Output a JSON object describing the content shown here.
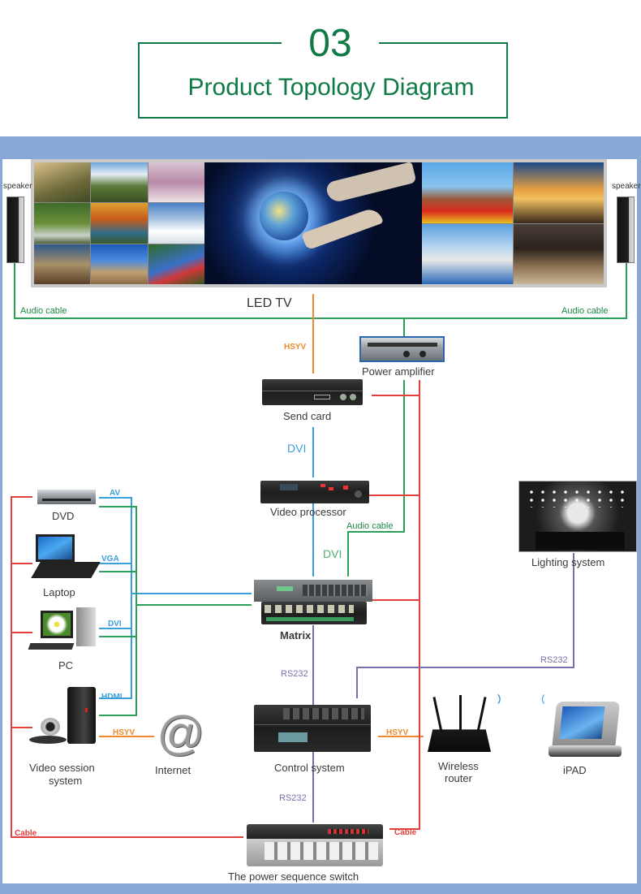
{
  "header": {
    "section_number": "03",
    "section_title": "Product Topology Diagram"
  },
  "colors": {
    "title_green": "#0f7a45",
    "frame_blue": "#88a9d8",
    "audio_green": "#1c8a46",
    "video_blue": "#3aa0dd",
    "hsyv_orange": "#f08a2e",
    "power_red": "#e2403d",
    "rs232_purple": "#7472a8"
  },
  "display": {
    "led_tv_label": "LED TV",
    "speaker_left": "speaker",
    "speaker_right": "speaker"
  },
  "devices": {
    "power_amplifier": "Power amplifier",
    "send_card": "Send card",
    "video_processor": "Video processor",
    "matrix": "Matrix",
    "control_system": "Control system",
    "power_sequence_switch": "The power sequence switch",
    "dvd": "DVD",
    "laptop": "Laptop",
    "pc": "PC",
    "video_session_line1": "Video session",
    "video_session_line2": "system",
    "internet": "Internet",
    "lighting_system": "Lighting system",
    "wireless_router_line1": "Wireless",
    "wireless_router_line2": "router",
    "ipad": "iPAD"
  },
  "connections": {
    "audio_cable_left": "Audio cable",
    "audio_cable_right": "Audio cable",
    "audio_cable_mid": "Audio cable",
    "hsyv_led": "HSYV",
    "dvi_send": "DVI",
    "dvi_matrix": "DVI",
    "av": "AV",
    "vga": "VGA",
    "dvi_pc": "DVI",
    "hdmi": "HDMI",
    "hsyv_internet": "HSYV",
    "hsyv_router": "HSYV",
    "rs232_matrix": "RS232",
    "rs232_power": "RS232",
    "rs232_lighting": "RS232",
    "cable_left": "Cable",
    "cable_right": "Cable"
  }
}
